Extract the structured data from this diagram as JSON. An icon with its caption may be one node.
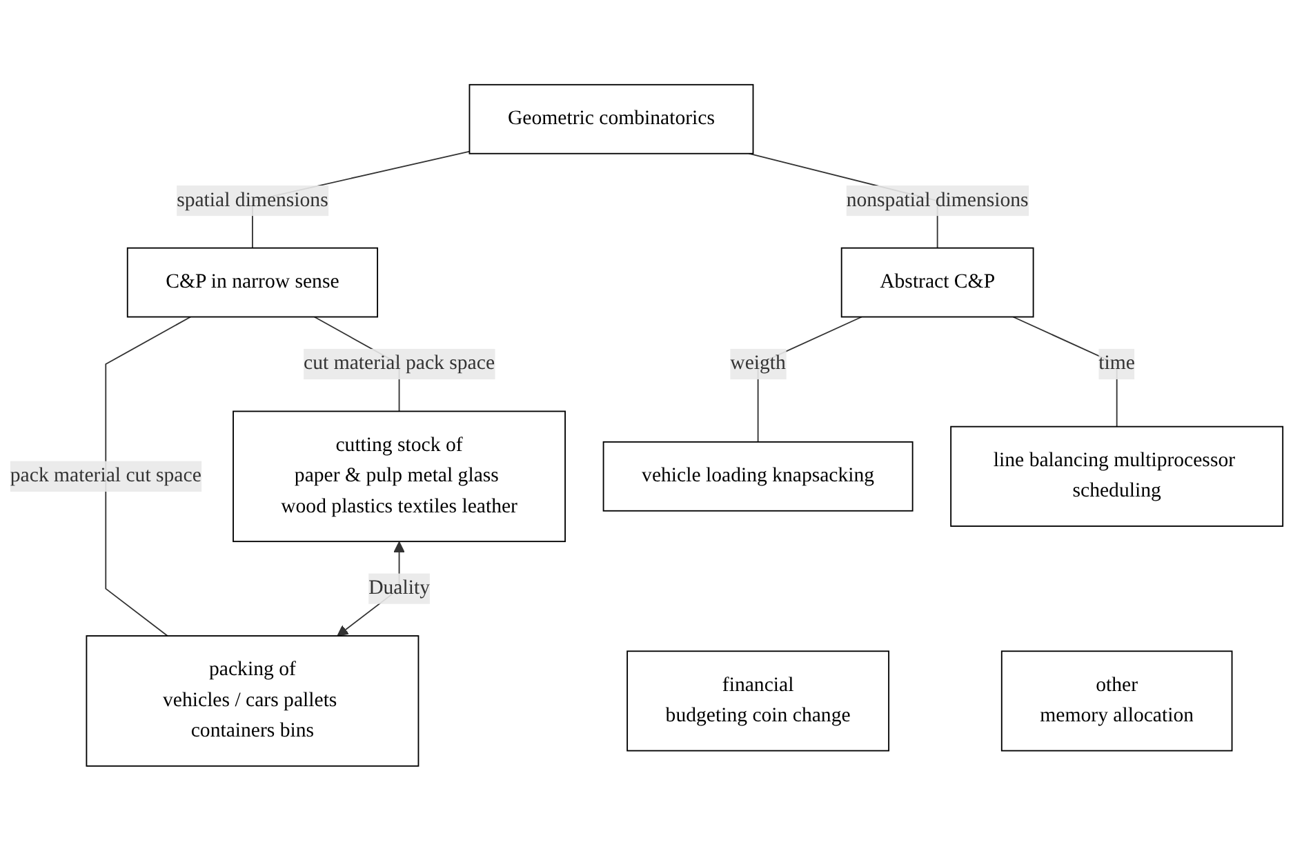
{
  "diagram": {
    "nodes": [
      {
        "text": [
          "Geometric combinatorics"
        ]
      },
      {
        "text": [
          "C&P in narrow sense"
        ]
      },
      {
        "text": [
          "Abstract C&P"
        ]
      },
      {
        "text": [
          "cutting stock of",
          "paper & pulp metal glass wood plastics textiles leather"
        ]
      },
      {
        "text": [
          "packing of",
          "vehicles / cars pallets containers bins"
        ]
      },
      {
        "text": [
          "vehicle loading knapsacking"
        ]
      },
      {
        "text": [
          "line balancing multiprocessor scheduling"
        ]
      },
      {
        "text": [
          "financial",
          "budgeting coin change"
        ]
      },
      {
        "text": [
          "other",
          "memory allocation"
        ]
      }
    ],
    "edges": [
      {
        "from": 0,
        "to": 1,
        "arrow": "none",
        "label": "spatial dimensions"
      },
      {
        "from": 0,
        "to": 2,
        "arrow": "none",
        "label": "nonspatial dimensions"
      },
      {
        "from": 1,
        "to": 3,
        "arrow": "none",
        "label": "cut material pack space"
      },
      {
        "from": 1,
        "to": 4,
        "arrow": "none",
        "label": "pack material cut space"
      },
      {
        "from": 3,
        "to": 4,
        "arrow": "both",
        "label": "Duality"
      },
      {
        "from": 2,
        "to": 5,
        "arrow": "none",
        "label": "weigth"
      },
      {
        "from": 2,
        "to": 6,
        "arrow": "none",
        "label": "time"
      }
    ]
  }
}
